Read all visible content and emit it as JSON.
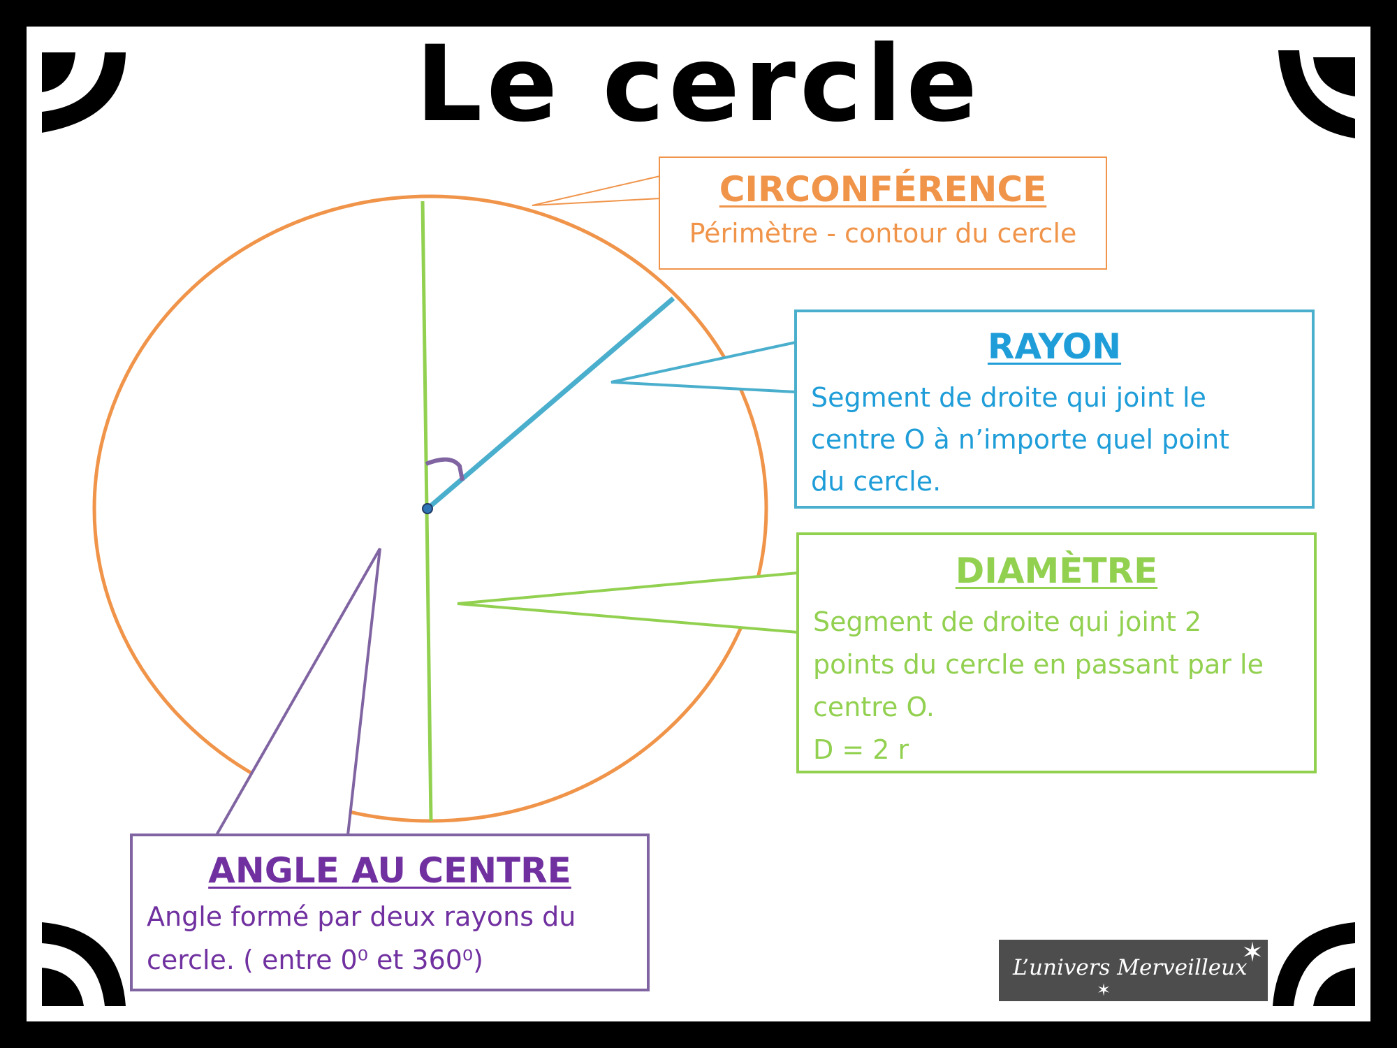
{
  "title": "Le cercle",
  "colors": {
    "circumference": "#f0944a",
    "radius": "#4aaecd",
    "radius_text": "#1e9dd8",
    "diameter": "#92d050",
    "angle": "#8064a2",
    "angle_text": "#7030a0",
    "frame": "#000000"
  },
  "labels": {
    "circumference": {
      "heading": "CIRCONFÉRENCE",
      "lines": [
        "Périmètre - contour du cercle"
      ]
    },
    "radius": {
      "heading": "RAYON",
      "lines": [
        "Segment de droite qui joint le",
        "centre O à n’importe quel point",
        "du cercle."
      ]
    },
    "diameter": {
      "heading": "DIAMÈTRE",
      "lines": [
        "Segment de droite qui joint 2",
        "points du cercle en passant par le",
        "centre O.",
        "D = 2 r"
      ]
    },
    "angle": {
      "heading": "ANGLE AU CENTRE",
      "lines": [
        "Angle formé par deux rayons du",
        "cercle. ( entre 0⁰ et 360⁰)"
      ]
    }
  },
  "brand": "L’univers Merveilleux",
  "decorations": [
    "corner-ornament-icon",
    "star-icon"
  ]
}
